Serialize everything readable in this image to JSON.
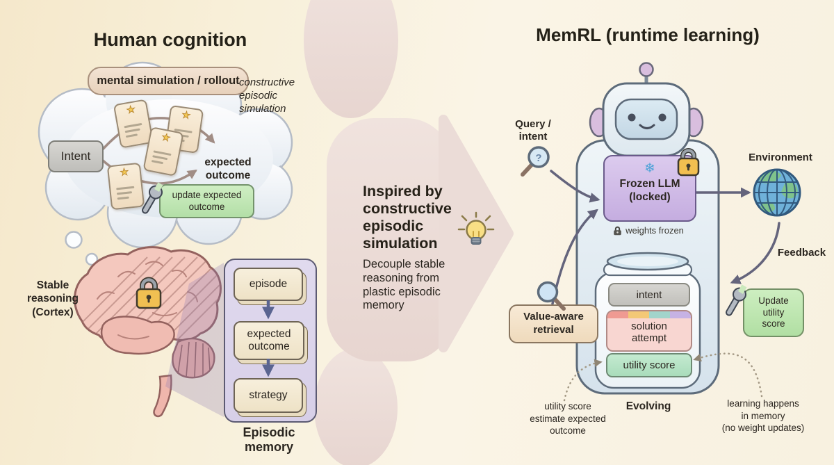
{
  "icons": {
    "snowflake": "❄",
    "star": "★",
    "question": "?"
  },
  "left": {
    "title": "Human cognition",
    "banner": "mental simulation / rollout",
    "intent": "Intent",
    "expected_outcome": "expected\noutcome",
    "update_expected": "update expected\noutcome",
    "constructive_note": "constructive\nepisodic\nsimulation",
    "stable_reasoning": "Stable\nreasoning\n(Cortex)",
    "memory": {
      "boxes": [
        "episode",
        "expected\noutcome",
        "strategy"
      ],
      "caption": "Episodic memory"
    }
  },
  "center": {
    "headline": "Inspired by\nconstructive\nepisodic\nsimulation",
    "subtext": "Decouple stable\nreasoning from\nplastic episodic\nmemory"
  },
  "right": {
    "title": "MemRL (runtime learning)",
    "query_label": "Query /\nintent",
    "frozen_llm": "Frozen LLM\n(locked)",
    "weights_frozen": "weights frozen",
    "environment": "Environment",
    "feedback": "Feedback",
    "value_retrieval": "Value-aware\nretrieval",
    "jar": {
      "intent": "intent",
      "solution": "solution\nattempt",
      "utility": "utility score"
    },
    "update_utility": "Update\nutility\nscore",
    "evolving": "Evolving",
    "note_utility": "utility score\nestimate expected\noutcome",
    "note_learning": "learning happens\nin memory\n(no weight updates)"
  },
  "colors": {
    "background": "#f8f0da",
    "big_arrow": "#ebdcd7",
    "frozen_llm_fill": "#cbb4e2",
    "memory_panel_fill": "#dcd5eb",
    "update_green": "#c2e8b6",
    "retrieval_tan": "#f4e3cb",
    "solution_pink": "#f8d6d1",
    "utility_mint": "#b7e3c6",
    "intent_gray": "#cac9c5",
    "arrow_slate": "#64647c",
    "stripe_segments": [
      "#ef9a92",
      "#f3c876",
      "#a2d4cb",
      "#c6b2e4"
    ]
  }
}
